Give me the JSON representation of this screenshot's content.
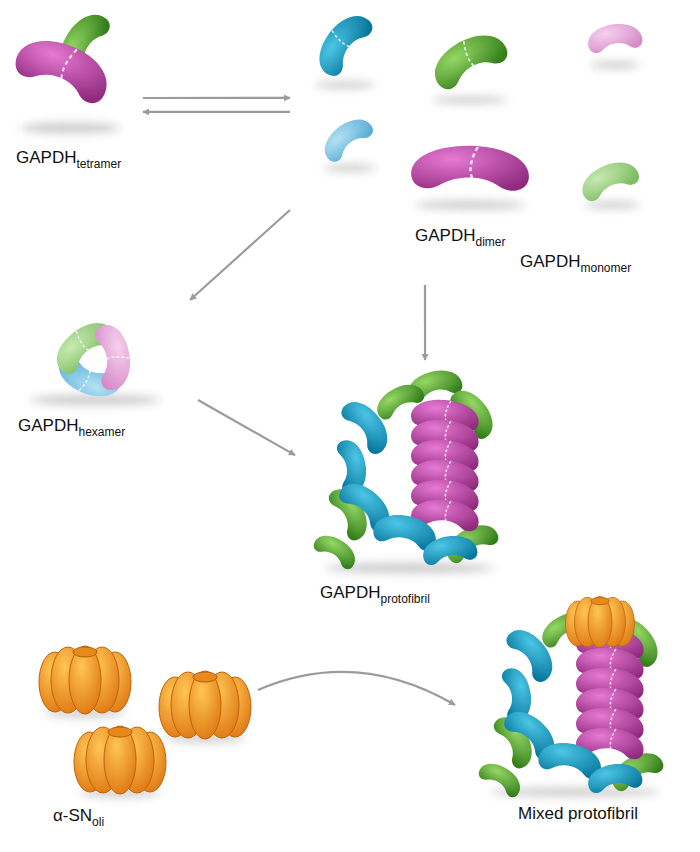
{
  "diagram": {
    "nodes": [
      {
        "text": [
          "GAPDH",
          "tetramer"
        ]
      },
      {
        "text": [
          "GAPDH",
          "dimer",
          "GAPDH",
          "monomer"
        ]
      },
      {
        "text": [
          "GAPDH",
          "hexamer"
        ]
      },
      {
        "text": [
          "GAPDH",
          "protofibril"
        ]
      },
      {
        "text": [
          "α-SN",
          "oli"
        ]
      },
      {
        "text": [
          "Mixed protofibril"
        ]
      }
    ],
    "edges": [
      {
        "from": 0,
        "to": 1,
        "arrow": "to"
      },
      {
        "from": 1,
        "to": 0,
        "arrow": "to"
      },
      {
        "from": 1,
        "to": 2,
        "arrow": "to"
      },
      {
        "from": 1,
        "to": 3,
        "arrow": "to"
      },
      {
        "from": 2,
        "to": 3,
        "arrow": "to"
      },
      {
        "from": 4,
        "to": 5,
        "arrow": "to"
      }
    ]
  }
}
